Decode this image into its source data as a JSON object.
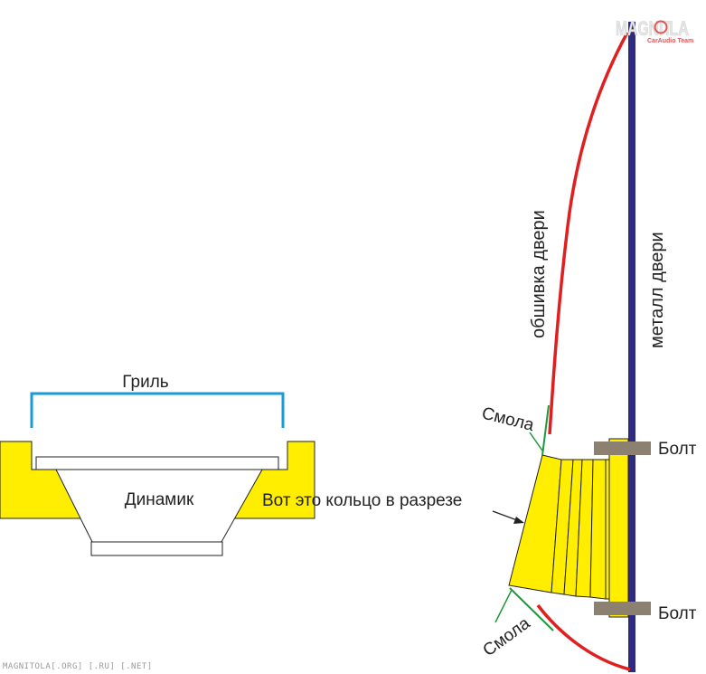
{
  "labels": {
    "grille": "Гриль",
    "speaker": "Динамик",
    "ring_section": "Вот это кольцо в разрезе",
    "door_trim": "обшивка двери",
    "door_metal": "металл двери",
    "resin_top": "Смола",
    "resin_bottom": "Смола",
    "bolt_top": "Болт",
    "bolt_bottom": "Болт"
  },
  "logo": {
    "main_a": "MAGNIT",
    "main_b": "LA",
    "sub": "CarAudio Team"
  },
  "watermark": "MAGNITOLA[.ORG] [.RU] [.NET]",
  "colors": {
    "yellow": "#ffee00",
    "grille_blue": "#1a9ad6",
    "door_metal": "#2e2a80",
    "door_trim": "#e02020",
    "resin": "#1a9a3a",
    "bolt": "#8c8070",
    "outline": "#222222"
  }
}
